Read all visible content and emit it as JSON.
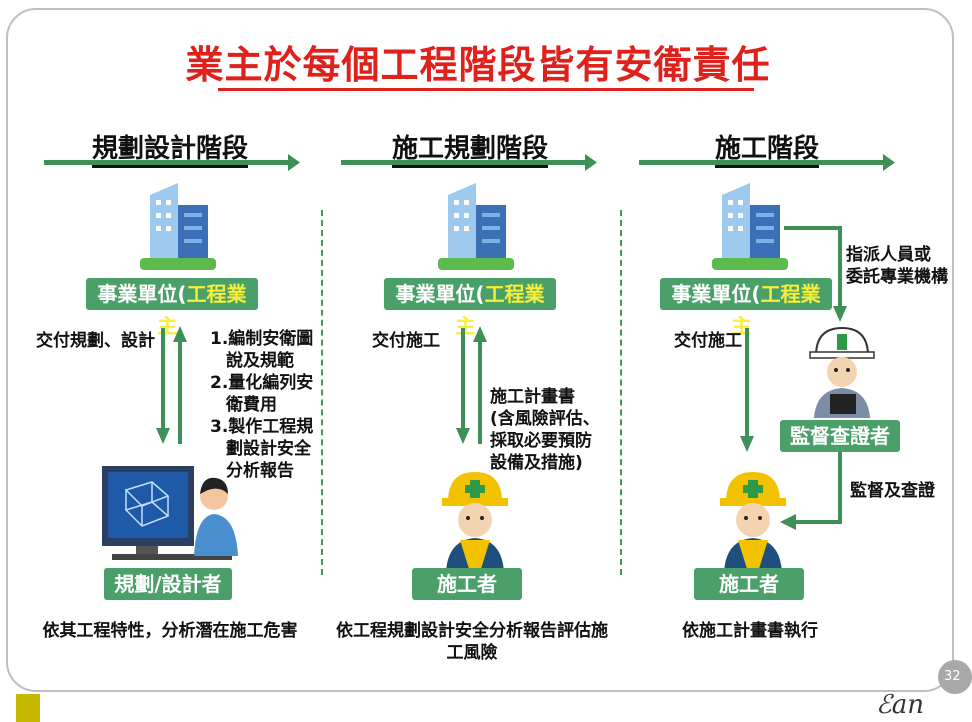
{
  "title": "業主於每個工程階段皆有安衛責任",
  "phases": [
    {
      "label": "規劃設計階段"
    },
    {
      "label": "施工規劃階段"
    },
    {
      "label": "施工階段"
    }
  ],
  "owner": {
    "prefix": "事業單位(",
    "highlight": "工程業主",
    "suffix": ")"
  },
  "col1": {
    "left_text": "交付規劃、設計",
    "right_items": [
      "1.編制安衛圖",
      "說及規範",
      "2.量化編列安",
      "衛費用",
      "3.製作工程規",
      "劃設計安全",
      "分析報告"
    ],
    "role": "規劃/設計者",
    "caption": "依其工程特性，分析潛在施工危害"
  },
  "col2": {
    "left_text": "交付施工",
    "right_items": [
      "施工計畫書",
      "(含風險評估、",
      "採取必要預防",
      "設備及措施)"
    ],
    "role": "施工者",
    "caption_lines": [
      "依工程規劃設計安全分析報告評估施",
      "工風險"
    ]
  },
  "col3": {
    "left_text": "交付施工",
    "assign_lines": [
      "指派人員或",
      "委託專業機構"
    ],
    "supervisor": "監督查證者",
    "verify": "監督及查證",
    "role": "施工者",
    "caption": "依施工計畫書執行"
  },
  "page_number": "32",
  "colors": {
    "accent_red": "#e0201a",
    "green": "#4ba06a",
    "highlight_yellow": "#f7ef3b"
  }
}
